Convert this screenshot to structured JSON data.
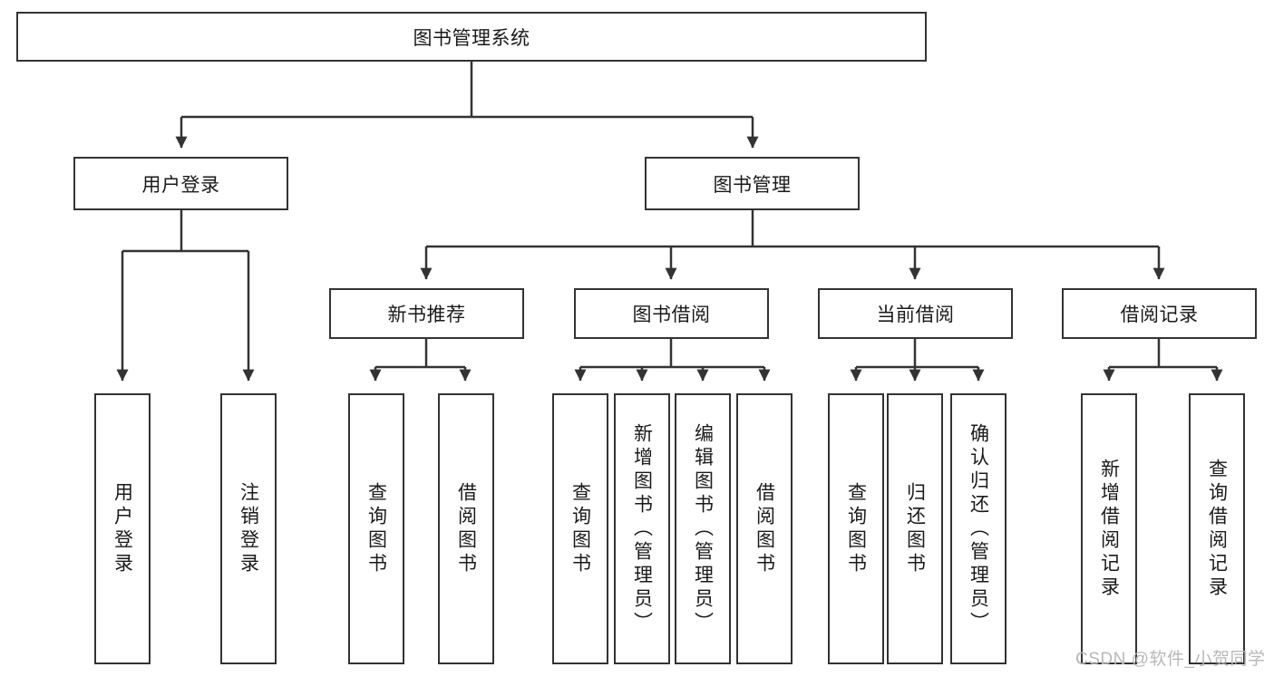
{
  "diagram": {
    "type": "hierarchy-tree",
    "title": "图书管理系统",
    "colors": {
      "box_border": "#333333",
      "box_fill": "#ffffff",
      "connector": "#333333",
      "text": "#1a1a1a",
      "watermark": "#b8b8b8"
    },
    "root": {
      "label": "图书管理系统"
    },
    "level1": [
      {
        "id": "user-login",
        "label": "用户登录"
      },
      {
        "id": "book-management",
        "label": "图书管理"
      }
    ],
    "level2": [
      {
        "id": "new-book-recommend",
        "label": "新书推荐",
        "parent": "book-management"
      },
      {
        "id": "book-borrow",
        "label": "图书借阅",
        "parent": "book-management"
      },
      {
        "id": "current-borrow",
        "label": "当前借阅",
        "parent": "book-management"
      },
      {
        "id": "borrow-record",
        "label": "借阅记录",
        "parent": "book-management"
      }
    ],
    "leaves": [
      {
        "id": "leaf-user-login",
        "label": "用户登录",
        "parent": "user-login"
      },
      {
        "id": "leaf-logout-login",
        "label": "注销登录",
        "parent": "user-login"
      },
      {
        "id": "leaf-query-book-1",
        "label": "查询图书",
        "parent": "new-book-recommend"
      },
      {
        "id": "leaf-borrow-book-1",
        "label": "借阅图书",
        "parent": "new-book-recommend"
      },
      {
        "id": "leaf-query-book-2",
        "label": "查询图书",
        "parent": "book-borrow"
      },
      {
        "id": "leaf-add-book",
        "label": "新增图书（管理员）",
        "parent": "book-borrow"
      },
      {
        "id": "leaf-edit-book",
        "label": "编辑图书（管理员）",
        "parent": "book-borrow"
      },
      {
        "id": "leaf-borrow-book-2",
        "label": "借阅图书",
        "parent": "book-borrow"
      },
      {
        "id": "leaf-query-book-3",
        "label": "查询图书",
        "parent": "current-borrow"
      },
      {
        "id": "leaf-return-book",
        "label": "归还图书",
        "parent": "current-borrow"
      },
      {
        "id": "leaf-confirm-return",
        "label": "确认归还（管理员）",
        "parent": "current-borrow"
      },
      {
        "id": "leaf-add-record",
        "label": "新增借阅记录",
        "parent": "borrow-record"
      },
      {
        "id": "leaf-query-record",
        "label": "查询借阅记录",
        "parent": "borrow-record"
      }
    ],
    "watermark": "CSDN @软件_小贺同学"
  }
}
